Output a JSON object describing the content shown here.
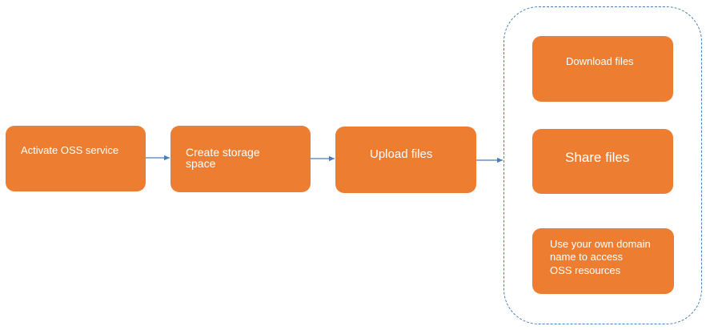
{
  "steps": {
    "activate": "Activate OSS service",
    "create": "Create storage\nspace",
    "upload": "Upload files"
  },
  "actions": {
    "download": "Download files",
    "share": "Share files",
    "domain": "Use your own domain\nname to access\nOSS resources"
  },
  "colors": {
    "box_fill": "#ed7d31",
    "box_text": "#ffffff",
    "arrow": "#4a7ebb",
    "group_border": "#4a7ebb"
  }
}
